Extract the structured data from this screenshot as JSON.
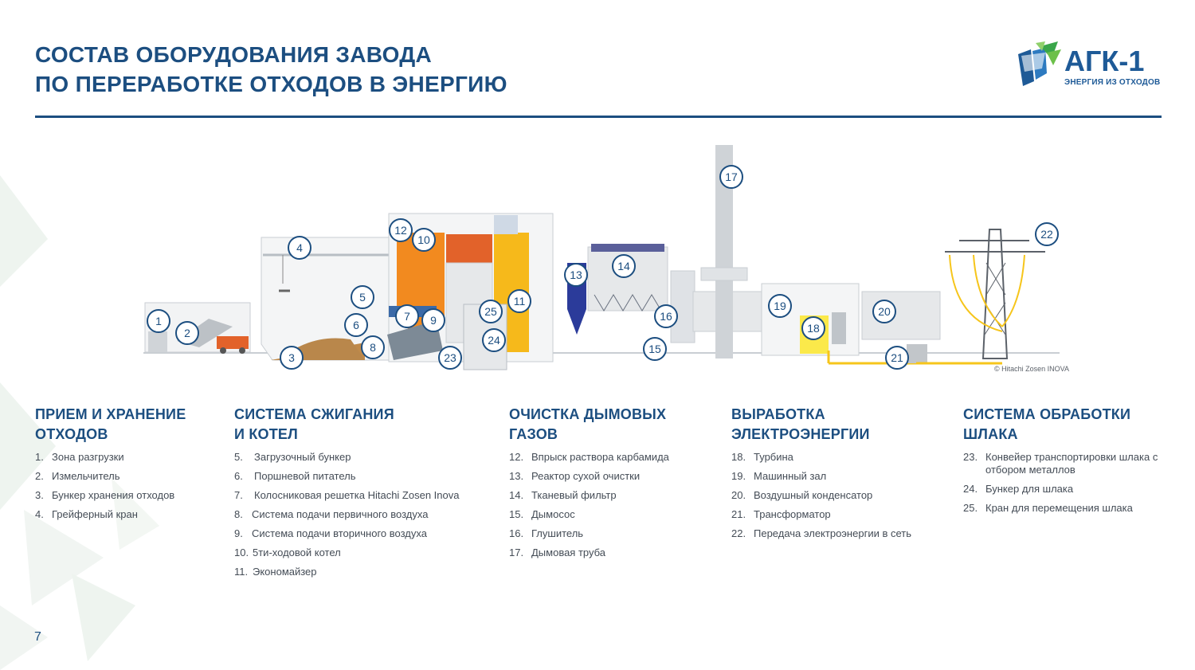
{
  "header": {
    "title_line1": "СОСТАВ ОБОРУДОВАНИЯ ЗАВОДА",
    "title_line2": "ПО ПЕРЕРАБОТКЕ ОТХОДОВ В ЭНЕРГИЮ"
  },
  "logo": {
    "main": "АГК-1",
    "sub": "ЭНЕРГИЯ ИЗ ОТХОДОВ"
  },
  "diagram": {
    "badges": [
      "1",
      "2",
      "3",
      "4",
      "5",
      "6",
      "7",
      "8",
      "9",
      "10",
      "11",
      "12",
      "13",
      "14",
      "15",
      "16",
      "17",
      "18",
      "19",
      "20",
      "21",
      "22",
      "23",
      "24",
      "25"
    ],
    "copyright": "© Hitachi Zosen INOVA"
  },
  "sections": [
    {
      "title_line1": "ПРИЕМ И ХРАНЕНИЕ",
      "title_line2": "ОТХОДОВ",
      "items": [
        {
          "num": "1.",
          "text": "Зона разгрузки"
        },
        {
          "num": "2.",
          "text": "Измельчитель"
        },
        {
          "num": "3.",
          "text": "Бункер хранения отходов"
        },
        {
          "num": "4.",
          "text": "Грейферный кран"
        }
      ]
    },
    {
      "title_line1": "СИСТЕМА СЖИГАНИЯ",
      "title_line2": "И КОТЕЛ",
      "items": [
        {
          "num": "5.",
          "text": "Загрузочный бункер"
        },
        {
          "num": "6.",
          "text": "Поршневой питатель"
        },
        {
          "num": "7.",
          "text": "Колосниковая решетка Hitachi Zosen Inova"
        },
        {
          "num": "8.",
          "text": "Система подачи первичного воздуха"
        },
        {
          "num": "9.",
          "text": "Система подачи вторичного воздуха"
        },
        {
          "num": "10.",
          "text": "5ти-ходовой котел"
        },
        {
          "num": "11.",
          "text": "Экономайзер"
        }
      ]
    },
    {
      "title_line1": "ОЧИСТКА ДЫМОВЫХ",
      "title_line2": "ГАЗОВ",
      "items": [
        {
          "num": "12.",
          "text": "Впрыск раствора карбамида"
        },
        {
          "num": "13.",
          "text": "Реактор сухой очистки"
        },
        {
          "num": "14.",
          "text": "Тканевый фильтр"
        },
        {
          "num": "15.",
          "text": "Дымосос"
        },
        {
          "num": "16.",
          "text": "Глушитель"
        },
        {
          "num": "17.",
          "text": "Дымовая труба"
        }
      ]
    },
    {
      "title_line1": "ВЫРАБОТКА",
      "title_line2": "ЭЛЕКТРОЭНЕРГИИ",
      "items": [
        {
          "num": "18.",
          "text": "Турбина"
        },
        {
          "num": "19.",
          "text": "Машинный зал"
        },
        {
          "num": "20.",
          "text": "Воздушный конденсатор"
        },
        {
          "num": "21.",
          "text": "Трансформатор"
        },
        {
          "num": "22.",
          "text": "Передача электроэнергии в сеть"
        }
      ]
    },
    {
      "title_line1": "СИСТЕМА ОБРАБОТКИ",
      "title_line2": "ШЛАКА",
      "items": [
        {
          "num": "23.",
          "text": "Конвейер транспортировки шлака с отбором металлов"
        },
        {
          "num": "24.",
          "text": "Бункер для шлака"
        },
        {
          "num": "25.",
          "text": "Кран для перемещения шлака"
        }
      ]
    }
  ],
  "page_number": "7",
  "colors": {
    "primary": "#1c4e80",
    "accent_green": "#3aa64a",
    "boiler_orange": "#f28a1f",
    "economizer_yellow": "#f6b91b",
    "filter_blue": "#2b3b9a",
    "body_text": "#444c56"
  }
}
